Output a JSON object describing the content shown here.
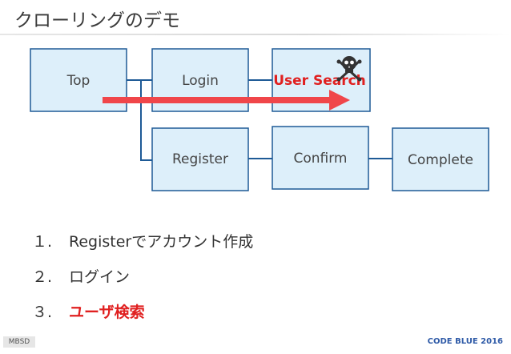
{
  "title": "クローリングのデモ",
  "diagram": {
    "nodes": {
      "top": "Top",
      "login": "Login",
      "user_search": "User Search",
      "register": "Register",
      "confirm": "Confirm",
      "complete": "Complete"
    },
    "colors": {
      "node_fill": "#ddeffa",
      "node_border": "#1e5a96",
      "arrow": "#f0464a",
      "danger_text": "#e02020"
    },
    "danger_icon": "skull-crossbones-icon"
  },
  "steps": [
    {
      "num": "１.",
      "text": "Registerでアカウント作成"
    },
    {
      "num": "２.",
      "text": "ログイン"
    },
    {
      "num": "３.",
      "text": "ユーザ検索"
    }
  ],
  "footer": {
    "left": "MBSD",
    "right": "CODE BLUE 2016"
  }
}
